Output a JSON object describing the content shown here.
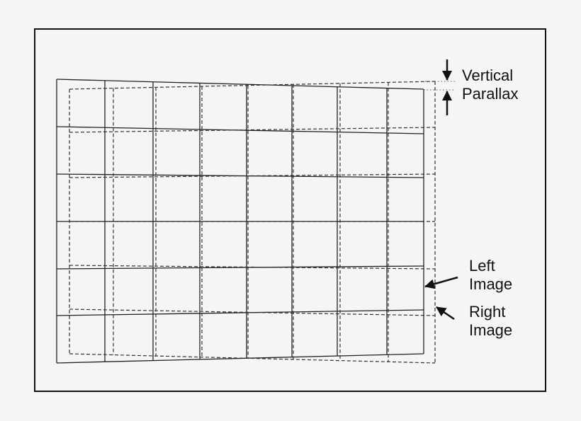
{
  "labels": {
    "vertical_parallax_line1": "Vertical",
    "vertical_parallax_line2": "Parallax",
    "left_image_line1": "Left",
    "left_image_line2": "Image",
    "right_image_line1": "Right",
    "right_image_line2": "Image"
  },
  "colors": {
    "background": "#f5f5f5",
    "ink": "#111111"
  }
}
